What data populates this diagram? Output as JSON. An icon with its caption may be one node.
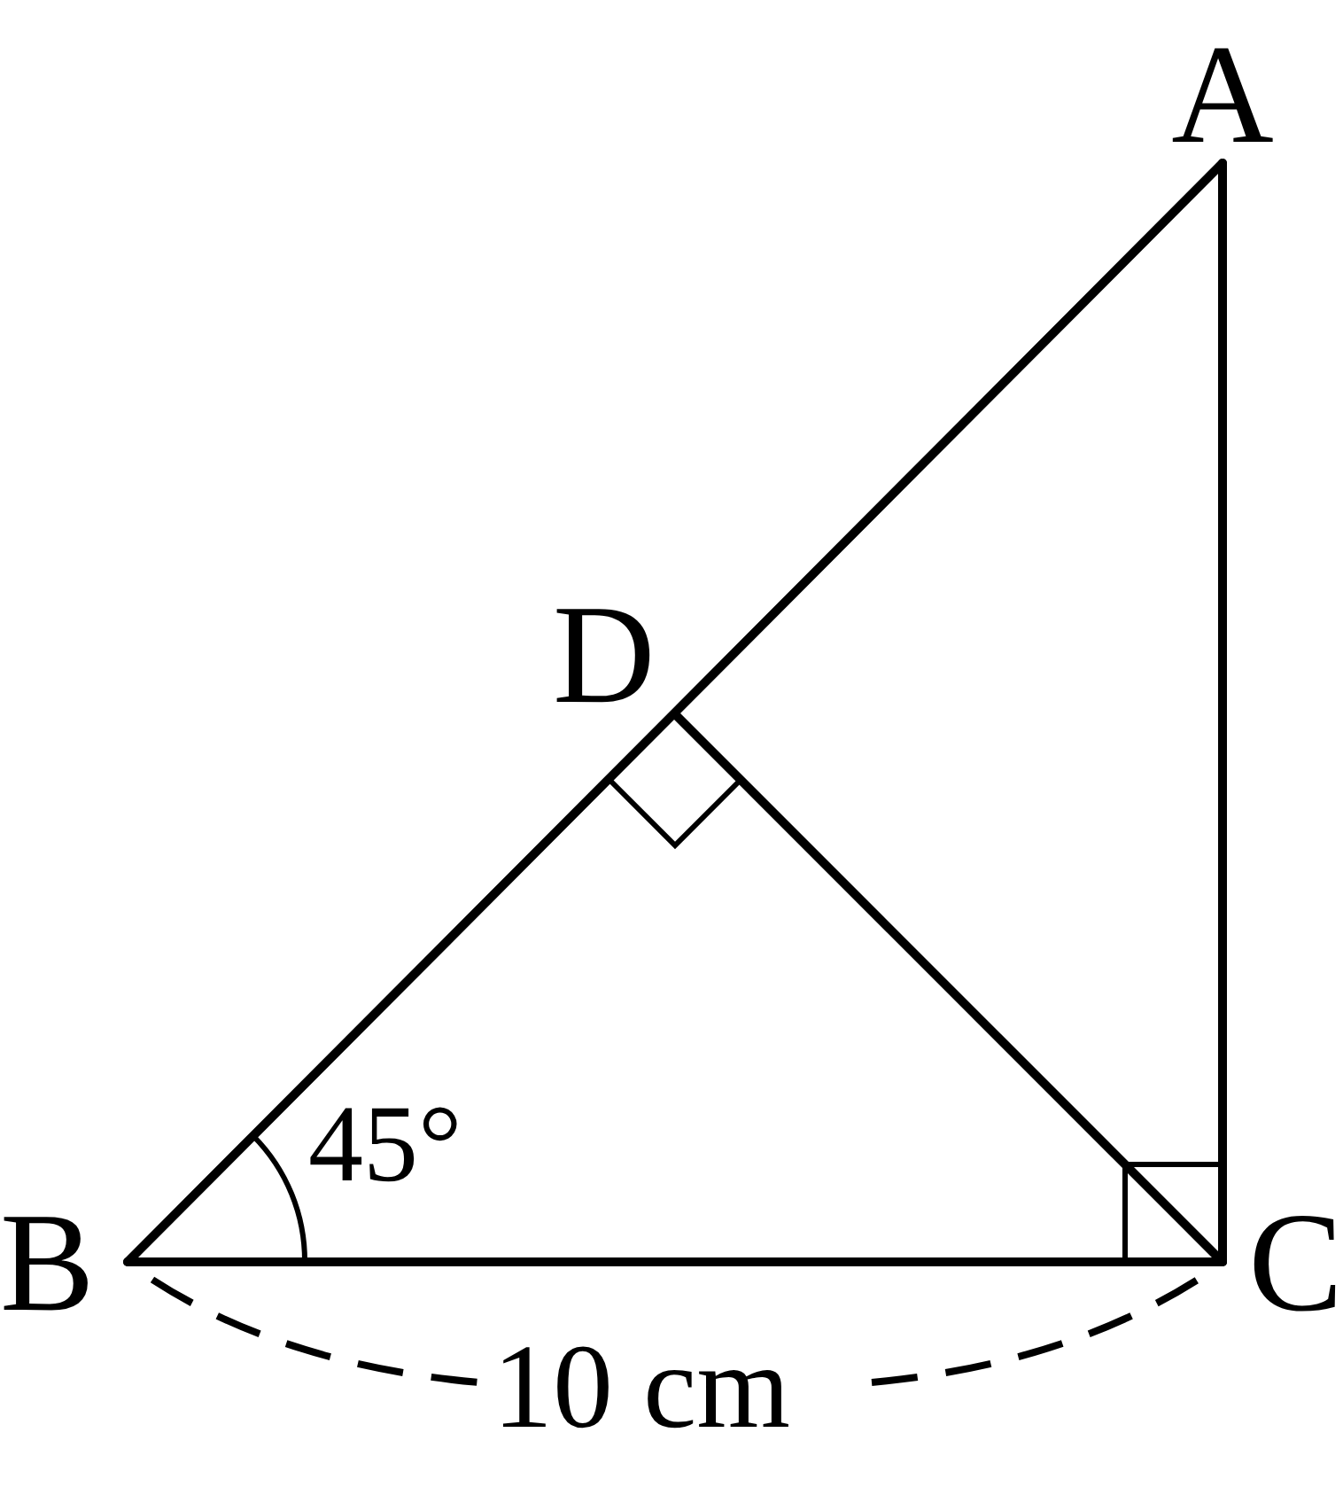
{
  "diagram": {
    "nodes": [
      {
        "text": [
          "A"
        ]
      },
      {
        "text": [
          "D"
        ]
      },
      {
        "text": [
          "B"
        ]
      },
      {
        "text": [
          "C"
        ]
      }
    ],
    "edges": [
      {
        "from": 0,
        "to": 2,
        "arrow": "none"
      },
      {
        "from": 2,
        "to": 3,
        "arrow": "none"
      },
      {
        "from": 3,
        "to": 0,
        "arrow": "none"
      },
      {
        "from": 1,
        "to": 3,
        "arrow": "none"
      }
    ],
    "labels": [
      "45°",
      "10 cm"
    ]
  }
}
